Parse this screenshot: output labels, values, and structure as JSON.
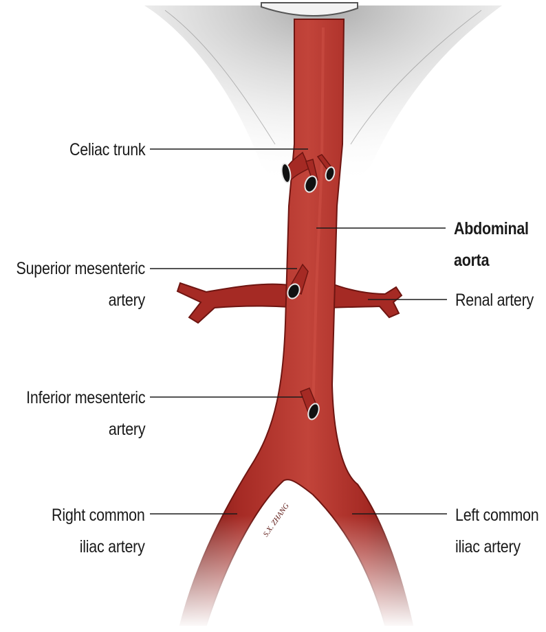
{
  "diagram": {
    "signature": "S.X. ZHANG",
    "colors": {
      "artery": "#a52a24",
      "artery_dark": "#6e1511",
      "artery_highlight": "#d2554a",
      "lumen": "#111111",
      "leader_line": "#1a1a1a",
      "diaphragm_shadow": "#8a8a8a"
    },
    "labels": {
      "celiac": [
        "Celiac trunk"
      ],
      "sma": [
        "Superior mesenteric",
        "artery"
      ],
      "ima": [
        "Inferior mesenteric",
        "artery"
      ],
      "right_iliac": [
        "Right common",
        "iliac artery"
      ],
      "aorta": [
        "Abdominal",
        "aorta"
      ],
      "renal": [
        "Renal artery"
      ],
      "left_iliac": [
        "Left common",
        "iliac artery"
      ]
    }
  }
}
